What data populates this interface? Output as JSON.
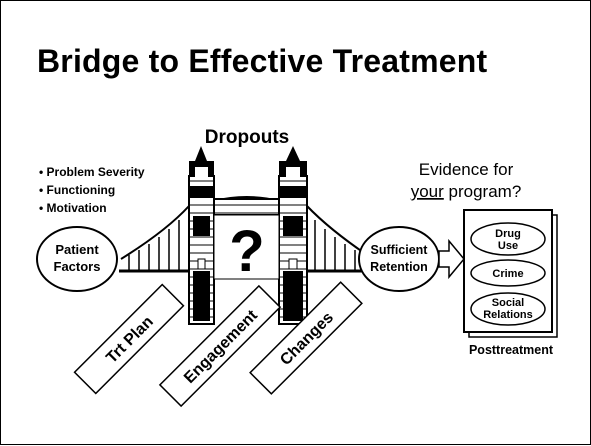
{
  "title": "Bridge to Effective Treatment",
  "dropouts_label": "Dropouts",
  "question_mark": "?",
  "patient_bullets": [
    "• Problem Severity",
    "• Functioning",
    "• Motivation"
  ],
  "patient_factors": [
    "Patient",
    "Factors"
  ],
  "retention": [
    "Sufficient",
    "Retention"
  ],
  "evidence": {
    "line1": "Evidence for",
    "line2_underlined": "your",
    "line2_rest": " program?"
  },
  "outcomes": [
    [
      "Drug",
      "Use"
    ],
    [
      "Crime"
    ],
    [
      "Social",
      "Relations"
    ]
  ],
  "posttreatment_label": "Posttreatment",
  "supports": [
    "Trt Plan",
    "Engagement",
    "Changes"
  ]
}
